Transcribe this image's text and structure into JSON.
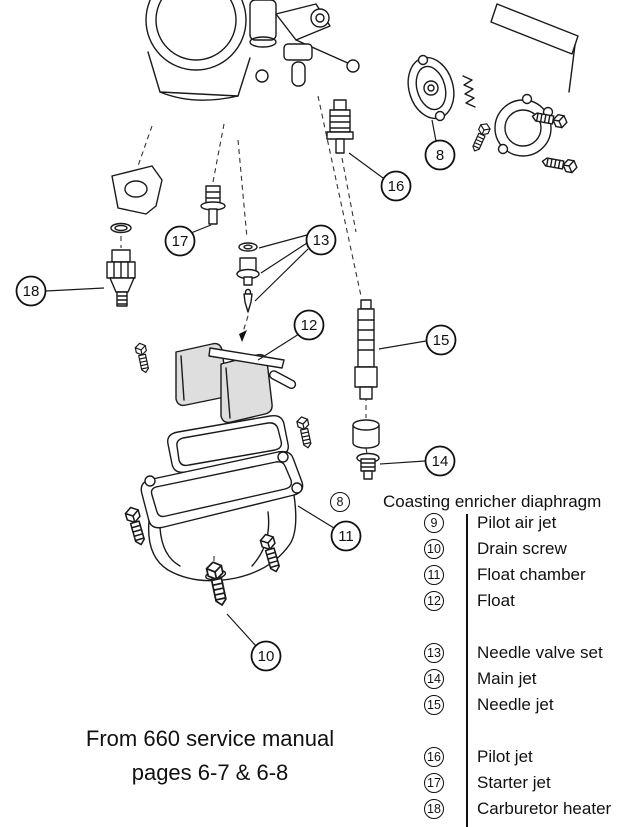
{
  "diagram": {
    "callouts": {
      "c8": "8",
      "c10": "10",
      "c11": "11",
      "c12": "12",
      "c13": "13",
      "c14": "14",
      "c15": "15",
      "c16": "16",
      "c17": "17",
      "c18": "18"
    }
  },
  "legend": {
    "item8": {
      "num": "8",
      "label": "Coasting enricher diaphragm"
    },
    "items": [
      {
        "num": "9",
        "label": "Pilot air jet"
      },
      {
        "num": "10",
        "label": "Drain screw"
      },
      {
        "num": "11",
        "label": "Float chamber"
      },
      {
        "num": "12",
        "label": "Float"
      },
      {
        "num": "13",
        "label": "Needle valve set"
      },
      {
        "num": "14",
        "label": "Main jet"
      },
      {
        "num": "15",
        "label": "Needle jet"
      },
      {
        "num": "16",
        "label": "Pilot jet"
      },
      {
        "num": "17",
        "label": "Starter jet"
      },
      {
        "num": "18",
        "label": "Carburetor heater"
      }
    ]
  },
  "caption": {
    "line1": "From 660 service manual",
    "line2": "pages 6-7 & 6-8"
  }
}
